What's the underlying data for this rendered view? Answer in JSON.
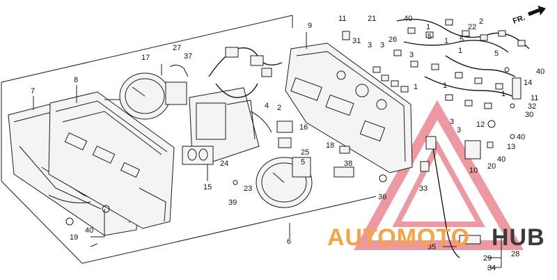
{
  "direction_marker": {
    "label": "FR."
  },
  "watermark": {
    "text_auto": "AUTOMOTO",
    "text_hub": "HUB",
    "color_accent": "#f6a443",
    "color_dark": "#3a3a3a",
    "color_triangle": "#e8808a"
  },
  "callouts": {
    "c1": "1",
    "c2": "2",
    "c3": "3",
    "c4": "4",
    "c5": "5",
    "c6": "6",
    "c7": "7",
    "c8": "8",
    "c9": "9",
    "c10": "10",
    "c11": "11",
    "c12": "12",
    "c13": "13",
    "c14": "14",
    "c15": "15",
    "c16": "16",
    "c17": "17",
    "c18": "18",
    "c19": "19",
    "c20": "20",
    "c21": "21",
    "c22": "22",
    "c23": "23",
    "c24": "24",
    "c25": "25",
    "c26": "26",
    "c27": "27",
    "c28": "28",
    "c29": "29",
    "c30": "30",
    "c31": "31",
    "c32": "32",
    "c33": "33",
    "c34": "34",
    "c35": "35",
    "c36": "36",
    "c37": "37",
    "c38": "38",
    "c39": "39",
    "c40": "40"
  }
}
